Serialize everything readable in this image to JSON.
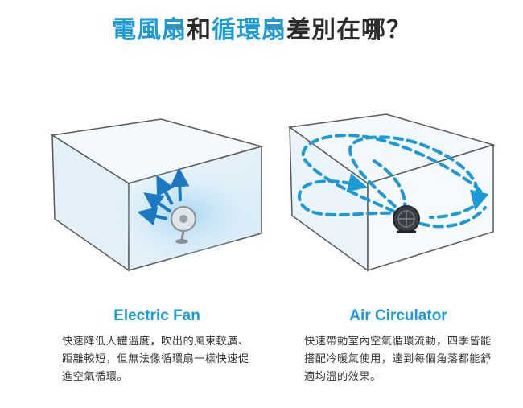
{
  "title": {
    "part1": "電風扇",
    "part2": "和",
    "part3": "循環扇",
    "part4": "差別在哪？"
  },
  "colors": {
    "accent": "#1b9ad6",
    "text": "#333333",
    "box_edge": "#5a5a5a"
  },
  "left": {
    "heading": "Electric Fan",
    "description": "快速降低人體溫度，吹出的風束較廣、距離較短，但無法像循環扇一樣快速促進空氣循環。",
    "icon": "electric-fan-icon"
  },
  "right": {
    "heading": "Air Circulator",
    "description": "快速帶動室內空氣循環流動，四季皆能搭配冷暖氣使用，達到每個角落都能舒適均溫的效果。",
    "icon": "air-circulator-icon"
  }
}
